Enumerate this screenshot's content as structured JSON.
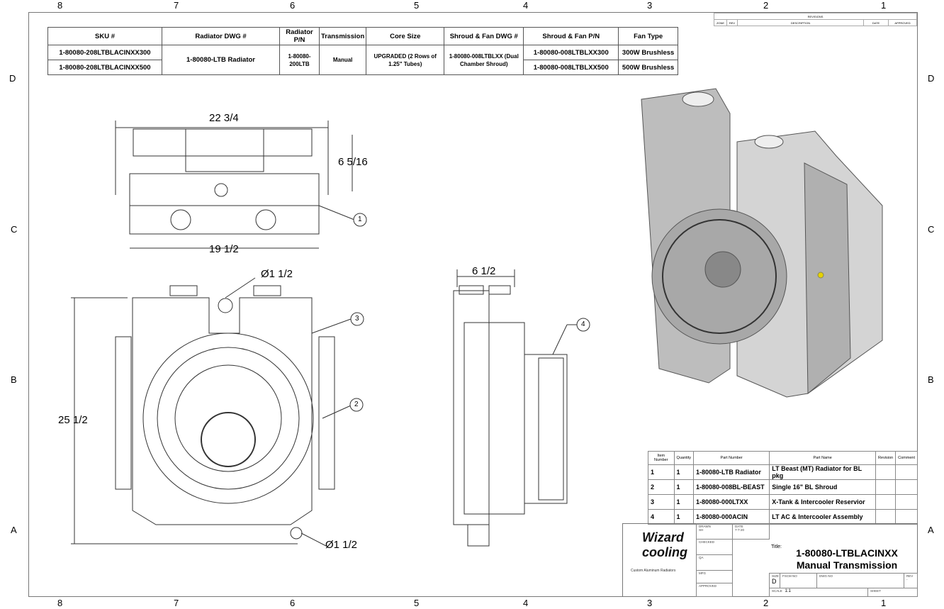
{
  "zones": {
    "columns": [
      "8",
      "7",
      "6",
      "5",
      "4",
      "3",
      "2",
      "1"
    ],
    "rows": [
      "D",
      "C",
      "B",
      "A"
    ]
  },
  "sku_table": {
    "headers": [
      "SKU #",
      "Radiator DWG #",
      "Radiator P/N",
      "Transmission",
      "Core Size",
      "Shroud & Fan DWG #",
      "Shroud & Fan P/N",
      "Fan Type"
    ],
    "sku": [
      "1-80080-208LTBLACINXX300",
      "1-80080-208LTBLACINXX500"
    ],
    "radiator_dwg": "1-80080-LTB Radiator",
    "radiator_pn": "1-80080-200LTB",
    "transmission": "Manual",
    "core_size": "UPGRADED (2 Rows of 1.25\" Tubes)",
    "shroud_dwg": "1-80080-008LTBLXX (Dual Chamber Shroud)",
    "shroud_pn": [
      "1-80080-008LTBLXX300",
      "1-80080-008LTBLXX500"
    ],
    "fan_type": [
      "300W Brushless",
      "500W Brushless"
    ]
  },
  "revisions": {
    "title": "REVISIONS",
    "headers": [
      "ZONE",
      "REV",
      "DESCRIPTION",
      "DATE",
      "APPROVED"
    ]
  },
  "dimensions": {
    "top_width": "22 3/4",
    "top_height": "6 5/16",
    "top_bottom_width": "19 1/2",
    "front_dia_top": "Ø1 1/2",
    "front_height": "25 1/2",
    "front_dia_bottom": "Ø1 1/2",
    "side_width": "6 1/2"
  },
  "balloons": [
    "1",
    "2",
    "3",
    "4"
  ],
  "bom": {
    "headers": [
      "Item Number",
      "Quantity",
      "Part Number",
      "Part Name",
      "Revision",
      "Comment"
    ],
    "rows": [
      {
        "item": "1",
        "qty": "1",
        "part": "1-80080-LTB Radiator",
        "name": "LT Beast (MT) Radiator for BL pkg"
      },
      {
        "item": "2",
        "qty": "1",
        "part": "1-80080-008BL-BEAST",
        "name": "Single 16\" BL Shroud"
      },
      {
        "item": "3",
        "qty": "1",
        "part": "1-80080-000LTXX",
        "name": "X-Tank & Intercooler Reservior"
      },
      {
        "item": "4",
        "qty": "1",
        "part": "1-80080-000ACIN",
        "name": "LT AC & Intercooler Assembly"
      }
    ]
  },
  "title_block": {
    "logo": "Wizard cooling",
    "logo_tagline": "Custom Aluminum Radiators",
    "drawn_label": "DRAWN",
    "drawn": "SH",
    "date_label": "DATE",
    "date": "7-7-20",
    "checked_label": "CHECKED",
    "qa_label": "QA",
    "mfg_label": "MFG",
    "approved_label": "APPROVED",
    "title_label": "Title:",
    "title_line1": "1-80080-LTBLACINXX",
    "title_line2": "Manual Transmission",
    "size_label": "SIZE",
    "size": "D",
    "fscm_label": "FSCM NO",
    "dwg_label": "DWG NO",
    "rev_label": "REV",
    "rev": "-",
    "scale_label": "SCALE",
    "scale": "1:1",
    "sheet_label": "SHEET"
  }
}
